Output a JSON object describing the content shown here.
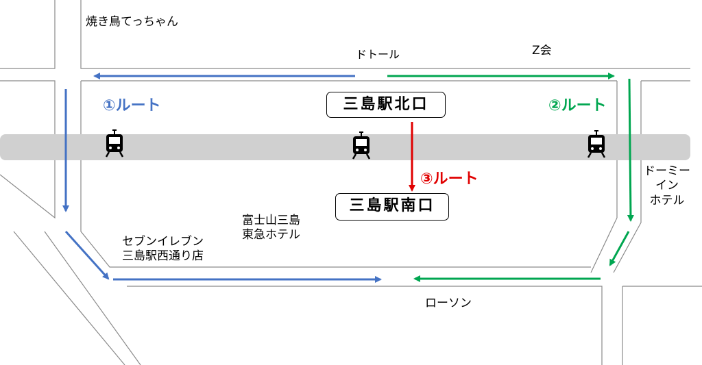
{
  "colors": {
    "route1": "#4472c4",
    "route2": "#00a650",
    "route3": "#e00000",
    "rail": "#d0d0d0",
    "road_edge": "#8a8a8a"
  },
  "landmarks": {
    "yakitori": "焼き鳥てっちゃん",
    "doutor": "ドトール",
    "z_kai": "Z会",
    "dormy_inn": [
      "ドーミー",
      "イン",
      "ホテル"
    ],
    "fuji_tokyu": [
      "富士山三島",
      "東急ホテル"
    ],
    "seven_eleven": [
      "セブンイレブン",
      "三島駅西通り店"
    ],
    "lawson": "ローソン"
  },
  "stations": {
    "north_exit": "三島駅北口",
    "south_exit": "三島駅南口"
  },
  "routes": {
    "route1": "①ルート",
    "route2": "②ルート",
    "route3": "③ルート"
  },
  "icons": [
    "train-icon",
    "train-icon",
    "train-icon"
  ]
}
